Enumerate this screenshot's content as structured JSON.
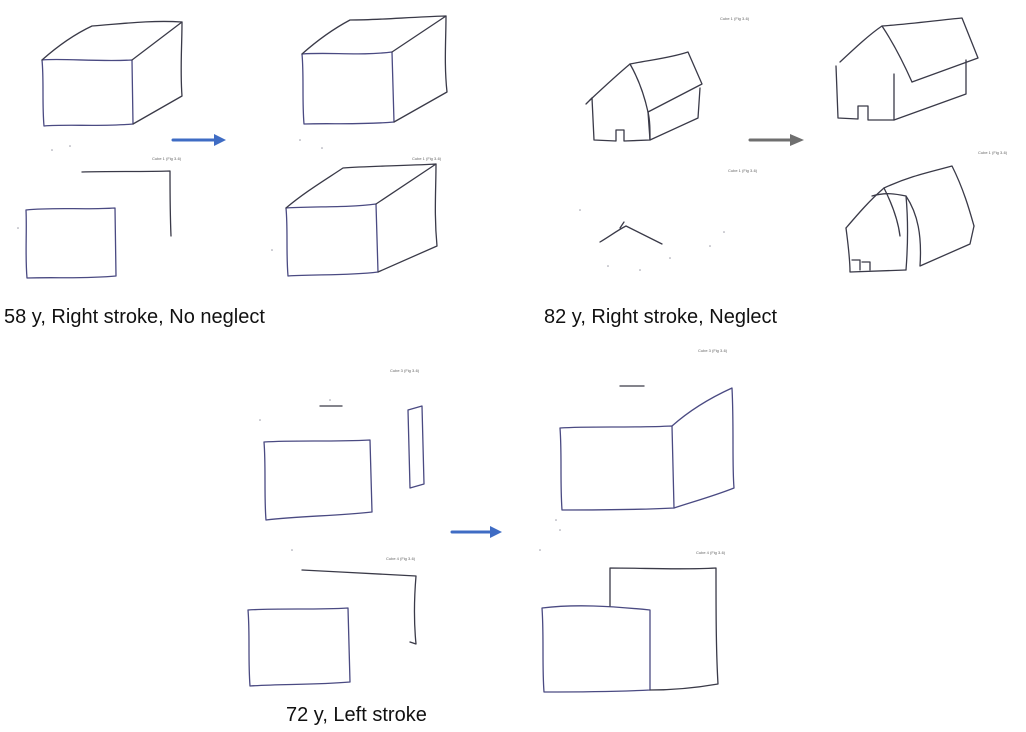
{
  "captions": {
    "top_left": "58 y, Right stroke, No neglect",
    "top_right": "82 y, Right stroke, Neglect",
    "bottom": "72 y, Left stroke"
  },
  "colors": {
    "arrow_blue": "#3f6cc4",
    "arrow_gray": "#6f6f6f",
    "ink": "#3a3a48",
    "ink_blue": "#4a4a82"
  }
}
